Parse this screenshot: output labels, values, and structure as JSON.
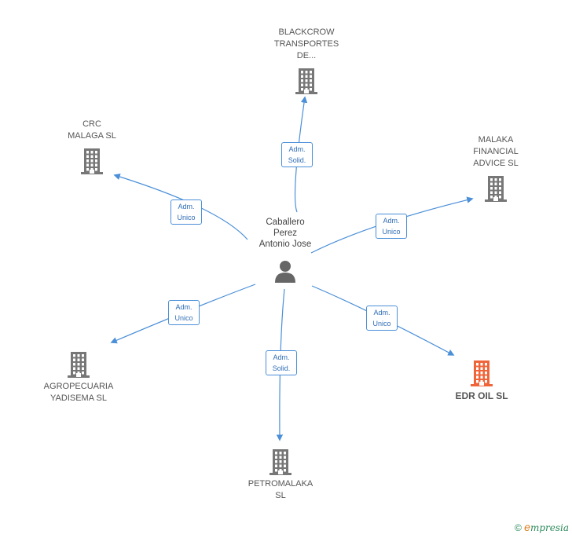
{
  "center": {
    "label": "Caballero\nPerez\nAntonio Jose",
    "icon": "person-icon"
  },
  "nodes": [
    {
      "id": "blackcrow",
      "label": "BLACKCROW\nTRANSPORTES\nDE...",
      "icon": "building-icon",
      "highlight": false
    },
    {
      "id": "crc",
      "label": "CRC\nMALAGA  SL",
      "icon": "building-icon",
      "highlight": false
    },
    {
      "id": "malaka",
      "label": "MALAKA\nFINANCIAL\nADVICE  SL",
      "icon": "building-icon",
      "highlight": false
    },
    {
      "id": "agropecuaria",
      "label": "AGROPECUARIA\nYADISEMA  SL",
      "icon": "building-icon",
      "highlight": false
    },
    {
      "id": "petromalaka",
      "label": "PETROMALAKA\nSL",
      "icon": "building-icon",
      "highlight": false
    },
    {
      "id": "edr",
      "label": "EDR OIL  SL",
      "icon": "building-icon",
      "highlight": true
    }
  ],
  "edges": [
    {
      "target": "blackcrow",
      "label": "Adm.\nSolid."
    },
    {
      "target": "crc",
      "label": "Adm.\nUnico"
    },
    {
      "target": "malaka",
      "label": "Adm.\nUnico"
    },
    {
      "target": "agropecuaria",
      "label": "Adm.\nUnico"
    },
    {
      "target": "petromalaka",
      "label": "Adm.\nSolid."
    },
    {
      "target": "edr",
      "label": "Adm.\nUnico"
    }
  ],
  "colors": {
    "edge": "#4a8fd8",
    "building": "#777777",
    "building_highlight": "#f0643a",
    "person": "#666666"
  },
  "footer": {
    "copyright": "©",
    "brand_initial": "e",
    "brand_rest": "mpresia"
  }
}
